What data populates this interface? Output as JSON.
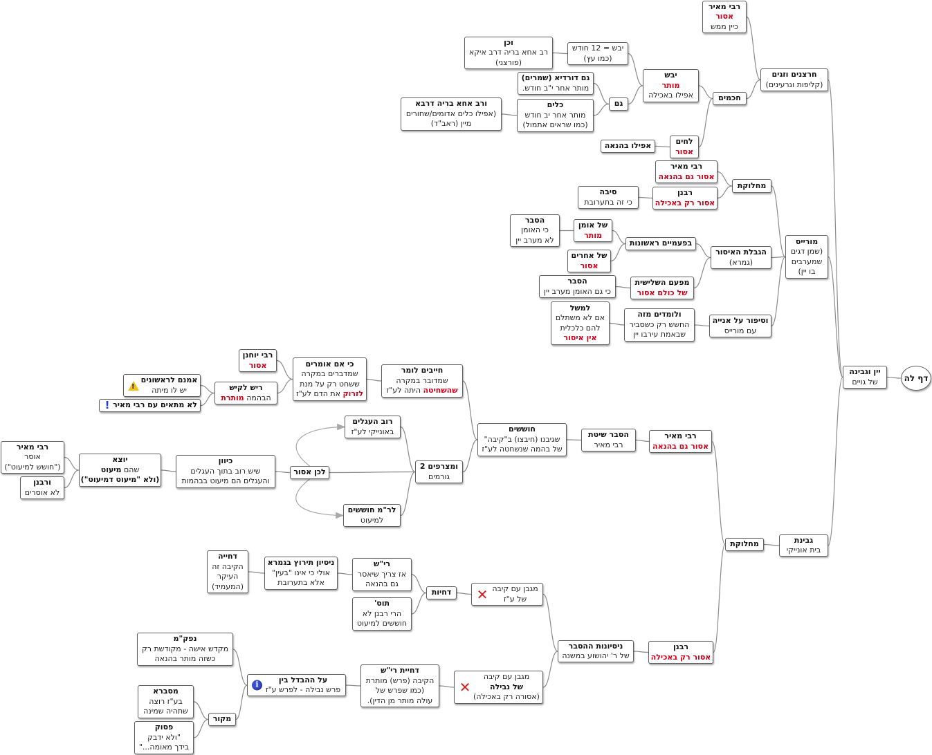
{
  "nodes": {
    "root": {
      "title": "דף לה"
    },
    "wine_cheese": {
      "title": "יין וגבינה",
      "lines": [
        "של גויים"
      ]
    },
    "cheese": {
      "title": "גבינת",
      "lines": [
        "בית אונייקי"
      ]
    },
    "muries": {
      "title": "מורייס",
      "lines": [
        "(שמן דגים",
        "שמערבים",
        "בו יין)"
      ]
    },
    "chartzanim": {
      "title": "חרצנים וזגים",
      "lines": [
        "(קליפות וגרעינים)"
      ]
    },
    "rm_top": {
      "title": "רבי מאיר",
      "red": "אסור",
      "lines": [
        "כיין ממש"
      ]
    },
    "chachamim": {
      "title": "חכמים"
    },
    "yavesh": {
      "title": "יבש",
      "red": "מותר",
      "lines": [
        "אפילו באכילה"
      ]
    },
    "lachim": {
      "title": "לחים",
      "red": "אסור"
    },
    "afilu": {
      "title": "אפילו בהנאה"
    },
    "yavesh12": {
      "lines": [
        "יבש = 12 חודש",
        "(כמו עץ)"
      ]
    },
    "vechen": {
      "title": "וכן",
      "lines": [
        "רב אחא בריה דרב איקא",
        "(פורצני)"
      ]
    },
    "gam": {
      "title": "גם"
    },
    "gam_dordaya": {
      "title": "גם דורדיא (שמרים)",
      "lines": [
        "מותר אחר י\"ב חודש."
      ]
    },
    "kelim": {
      "title": "כלים",
      "lines": [
        "מותר אחר יב חודש",
        "(כמו שראים אתמול)"
      ]
    },
    "rav_acha": {
      "title": "ורב אחא בריה דרבא",
      "lines": [
        "(אפילו כלים אדומים/שחורים",
        "מיין (ראב\"ד)"
      ]
    },
    "machloket1": {
      "title": "מחלוקת"
    },
    "rm2": {
      "title": "רבי מאיר",
      "red": "אסור גם בהנאה"
    },
    "rabanan1": {
      "title": "רבנן",
      "red": "אסור רק באכילה"
    },
    "siba": {
      "title": "סיבה",
      "lines": [
        "כי זה בתערובת"
      ]
    },
    "hagbalat": {
      "title": "הגבלת האיסור",
      "lines": [
        "(גמרא)"
      ]
    },
    "bifamim": {
      "title": "בפעמיים ראשונות"
    },
    "shel_uman": {
      "title": "של אומן",
      "red": "מותר"
    },
    "hesber1": {
      "title": "הסבר",
      "lines": [
        "כי האומן",
        "לא מערב יין"
      ]
    },
    "shel_acherim": {
      "title": "של אחרים",
      "red": "אסור"
    },
    "mipaam": {
      "title": "מפעם השלישית",
      "red": "של כולם אסור"
    },
    "hesber2": {
      "title": "הסבר",
      "lines": [
        "כי גם האומן מערב יין"
      ]
    },
    "vesipur": {
      "title": "וסיפור על אנייה",
      "lines": [
        "עם מורייס"
      ]
    },
    "velomdim": {
      "title": "ולומדים מזה",
      "lines": [
        "החשש רק כשסביר",
        "שבאמת עירבו יין"
      ]
    },
    "lemashal": {
      "title": "למשל",
      "lines": [
        "אם לא משתלם",
        "להם כלכלית"
      ],
      "red": "אין איסור"
    },
    "machloket2": {
      "title": "מחלוקת"
    },
    "rm3": {
      "title": "רבי מאיר",
      "red": "אסור גם בהנאה"
    },
    "rabanan2": {
      "title": "רבנן",
      "red": "אסור רק באכילה"
    },
    "hesber_shitat": {
      "title": "הסבר שיטת",
      "lines": [
        "רבי מאיר"
      ]
    },
    "choshshim": {
      "title": "חוששים",
      "lines": [
        "שגיבנו (חיבצו) ב\"קיבה\"",
        "של בהמה שנשחטה לע\"ז"
      ]
    },
    "chayavim": {
      "title": "חייבים לומר",
      "lines": [
        "שמדובר במקרה"
      ],
      "red": "שהשחיטה",
      "tail": " היתה לע\"ז"
    },
    "ki_im": {
      "title": "כי אם אומרים",
      "lines": [
        "שמדברים במקרה",
        "ששחט רק על מנת"
      ],
      "red": "לזרוק",
      "tail": " את הדם לע\"ז"
    },
    "ry": {
      "title": "רבי יוחנן",
      "red": "אסור"
    },
    "rl_head": {
      "title": "ריש לקיש",
      "lines": [
        "הבהמה"
      ],
      "red": "מותרת"
    },
    "amnam": {
      "title": "אמנם לראשונים",
      "lines": [
        "יש לו מיתה"
      ]
    },
    "lo_matim": {
      "title": "לא מתאים עם רבי מאיר"
    },
    "mitztarfim": {
      "title": "ומצרפים 2",
      "lines": [
        "גורמים"
      ]
    },
    "rov_agalim": {
      "title": "רוב העגלים",
      "lines": [
        "באונייקי לע\"ז"
      ]
    },
    "lechen": {
      "title": "לכן אסור"
    },
    "lerm": {
      "title": "לר\"מ חוששים",
      "lines": [
        "למיעוט"
      ]
    },
    "kivun": {
      "title": "כיוון",
      "lines": [
        "שיש רוב בתוך העגלים",
        "והעגלים הם מיעוט בבהמות"
      ]
    },
    "yotze": {
      "title": "יוצא",
      "lines": [
        "שהם"
      ],
      "bold1": "מיעוט",
      "lines2": [
        "(ולא \"מיעוט דמיעוט\")"
      ]
    },
    "rm_left": {
      "title": "רבי מאיר",
      "lines": [
        "אוסר",
        "(\"חושש למיעוט\")"
      ]
    },
    "rabanan_left": {
      "title": "ורבנן",
      "lines": [
        "לא אוסרים"
      ]
    },
    "nisiyonot": {
      "title": "ניסיונות ההסבר",
      "lines": [
        "של ר' יהושוע במשנה"
      ]
    },
    "magban1": {
      "lines": [
        "מגבן עם קיבה",
        "של ע\"ז"
      ]
    },
    "magban2": {
      "lines": [
        "מגבן עם קיבה"
      ],
      "bold1": "של נבילה",
      "lines2": [
        "(אסורה רק באכילה)"
      ]
    },
    "dchiyot": {
      "title": "דחיות"
    },
    "rash": {
      "title": "רי\"ש",
      "lines": [
        "אז צריך שיאסר",
        "גם בהנאה"
      ]
    },
    "tos": {
      "title": "תוס'",
      "lines": [
        "הרי רבנן לא",
        "חוששים למיעוט"
      ]
    },
    "nisayon": {
      "title": "ניסיון תירוץ בגמרא",
      "lines": [
        "אולי כי אינו \"בעין\"",
        "אלא בתערובת"
      ]
    },
    "dchiya": {
      "title": "דחייה",
      "lines": [
        "הקיבה זה",
        "העיקר",
        "(המעמיד)"
      ]
    },
    "dchiyat_rash": {
      "title": "דחיית רי\"ש",
      "lines": [
        "הקיבה (פרש) מותרת",
        "(כמו שפרש של",
        "עולה מותר מן הדין)."
      ]
    },
    "al_hahevdel": {
      "title": "על ההבדל בין",
      "lines": [
        "פרש נבילה - לפרש ע\"ז"
      ]
    },
    "nafka": {
      "title": "נפק\"מ",
      "lines": [
        "מקדש אישה - מקודשת רק",
        "כשזה מותר בהנאה"
      ]
    },
    "makor": {
      "title": "מקור"
    },
    "masbera": {
      "title": "מסברא",
      "lines": [
        "בע\"ז רוצה",
        "שתהיה שמינה"
      ]
    },
    "pasuk": {
      "title": "פסוק",
      "lines": [
        "\"ולא ידבק",
        "בידך מאומה...\""
      ]
    }
  }
}
